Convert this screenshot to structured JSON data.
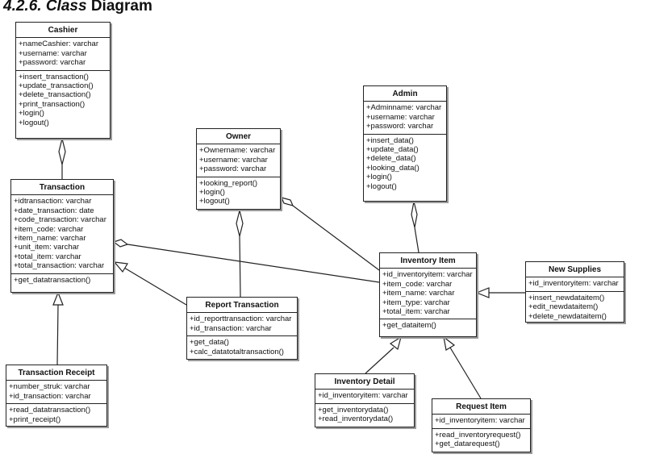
{
  "heading": {
    "number": "4.2.6.",
    "title_italic": "Class",
    "title_rest": "Diagram"
  },
  "classes": {
    "cashier": {
      "name": "Cashier",
      "attributes": [
        "+nameCashier: varchar",
        "+username: varchar",
        "+password: varchar"
      ],
      "operations": [
        "+insert_transaction()",
        "+update_transaction()",
        "+delete_transaction()",
        "+print_transaction()",
        "+login()",
        "+logout()"
      ]
    },
    "transaction": {
      "name": "Transaction",
      "attributes": [
        "+idtransaction: varchar",
        "+date_transaction: date",
        "+code_transaction: varchar",
        "+item_code: varchar",
        "+item_name: varchar",
        "+unit_item: varchar",
        "+total_item: varchar",
        "+total_transaction: varchar"
      ],
      "operations": [
        "+get_datatransaction()"
      ]
    },
    "owner": {
      "name": "Owner",
      "attributes": [
        "+Ownername: varchar",
        "+username: varchar",
        "+password: varchar"
      ],
      "operations": [
        "+looking_report()",
        "+login()",
        "+logout()"
      ]
    },
    "admin": {
      "name": "Admin",
      "attributes": [
        "+Adminname: varchar",
        "+username: varchar",
        "+password: varchar"
      ],
      "operations": [
        "+insert_data()",
        "+update_data()",
        "+delete_data()",
        "+looking_data()",
        "+login()",
        "+logout()"
      ]
    },
    "inventory_item": {
      "name": "Inventory Item",
      "attributes": [
        "+id_inventoryitem: varchar",
        "+item_code: varchar",
        "+item_name: varchar",
        "+item_type: varchar",
        "+total_item: varchar"
      ],
      "operations": [
        "+get_dataitem()"
      ]
    },
    "new_supplies": {
      "name": "New Supplies",
      "attributes": [
        "+id_inventoryitem: varchar"
      ],
      "operations": [
        "+insert_newdataitem()",
        "+edit_newdataitem()",
        "+delete_newdataitem()"
      ]
    },
    "report_transaction": {
      "name": "Report Transaction",
      "attributes": [
        "+id_reporttransaction: varchar",
        "+id_transaction: varchar"
      ],
      "operations": [
        "+get_data()",
        "+calc_datatotaltransaction()"
      ]
    },
    "transaction_receipt": {
      "name": "Transaction Receipt",
      "attributes": [
        "+number_struk: varchar",
        "+id_transaction: varchar"
      ],
      "operations": [
        "+read_datatransaction()",
        "+print_receipt()"
      ]
    },
    "inventory_detail": {
      "name": "Inventory Detail",
      "attributes": [
        "+id_inventoryitem: varchar"
      ],
      "operations": [
        "+get_inventorydata()",
        "+read_inventorydata()"
      ]
    },
    "request_item": {
      "name": "Request Item",
      "attributes": [
        "+id_inventoryitem: varchar"
      ],
      "operations": [
        "+read_inventoryrequest()",
        "+get_datarequest()"
      ]
    }
  }
}
